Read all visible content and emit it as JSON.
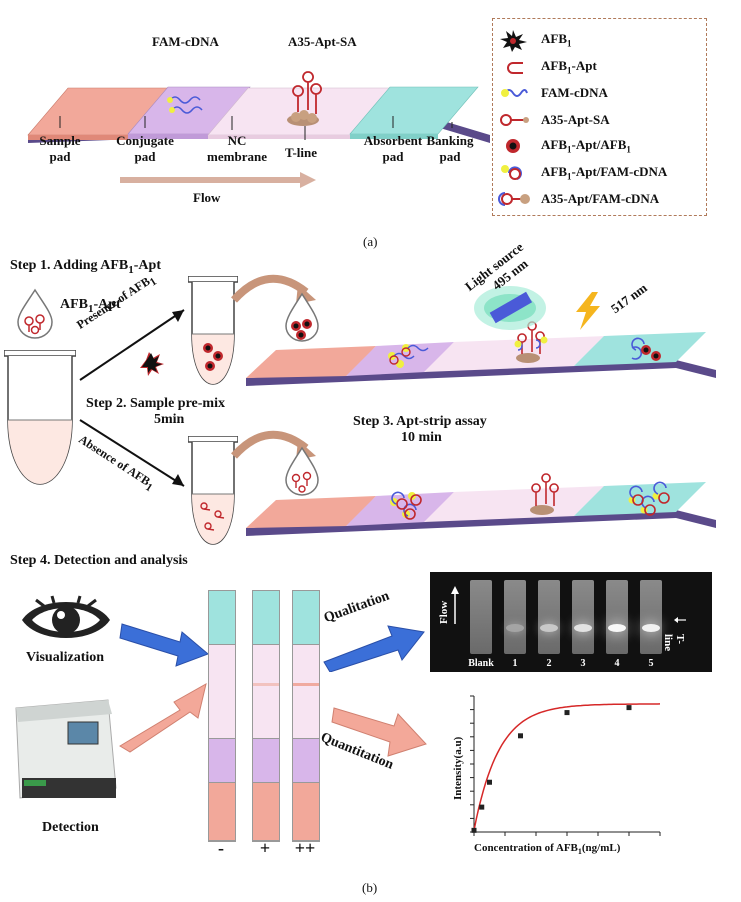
{
  "panel_a": {
    "labels": {
      "fam_cdna": "FAM-cDNA",
      "a35_apt_sa": "A35-Apt-SA",
      "sample_pad_1": "Sample",
      "sample_pad_2": "pad",
      "conjugate_pad_1": "Conjugate",
      "conjugate_pad_2": "pad",
      "nc_1": "NC",
      "nc_2": "membrane",
      "t_line": "T-line",
      "absorbent_1": "Absorbent",
      "absorbent_2": "pad",
      "banking_1": "Banking",
      "banking_2": "pad",
      "flow": "Flow"
    },
    "legend": [
      {
        "icon": "afb1-star-icon",
        "text": "AFB",
        "sub": "1",
        "post": ""
      },
      {
        "icon": "aptamer-hairpin-icon",
        "text": "AFB",
        "sub": "1",
        "post": "-Apt"
      },
      {
        "icon": "fam-cdna-icon",
        "text": "FAM-cDNA",
        "sub": "",
        "post": ""
      },
      {
        "icon": "a35-apt-sa-icon",
        "text": "A35-Apt-SA",
        "sub": "",
        "post": ""
      },
      {
        "icon": "afb1-apt-complex-icon",
        "text": "AFB",
        "sub": "1",
        "post": "-Apt/AFB",
        "sub2": "1"
      },
      {
        "icon": "apt-fam-complex-icon",
        "text": "AFB",
        "sub": "1",
        "post": "-Apt/FAM-cDNA"
      },
      {
        "icon": "a35-fam-complex-icon",
        "text": "A35-Apt/FAM-cDNA",
        "sub": "",
        "post": ""
      }
    ],
    "tag": "(a)"
  },
  "panel_b": {
    "step1": {
      "pre": "Step 1. Adding AFB",
      "sub": "1",
      "post": "-Apt"
    },
    "afb1_apt": {
      "pre": "AFB",
      "sub": "1",
      "post": "-Apt"
    },
    "presence": {
      "pre": "Presence of AFB",
      "sub": "1"
    },
    "absence": {
      "pre": "Absence of AFB",
      "sub": "1"
    },
    "step2_l1": "Step 2. Sample pre-mix",
    "step2_l2": "5min",
    "step3_l1": "Step 3. Apt-strip assay",
    "step3_l2": "10 min",
    "light_source_1": "Light source",
    "light_source_2": "495 nm",
    "emission": "517 nm",
    "step4": "Step 4. Detection and analysis",
    "visualization": "Visualization",
    "detection": "Detection",
    "qualitation": "Qualitation",
    "quantitation": "Quantitation",
    "strip_marks": [
      "-",
      "+",
      "++"
    ],
    "photo": {
      "flow": "Flow",
      "t_line": "T-line",
      "lanes": [
        "Blank",
        "1",
        "2",
        "3",
        "4",
        "5"
      ]
    },
    "tag": "(b)"
  },
  "chart_data": {
    "type": "scatter",
    "title": "",
    "xlabel": {
      "pre": "Concentration of AFB",
      "sub": "1",
      "post": "(ng/mL)"
    },
    "ylabel": "Intensity(a.u)",
    "x": [
      0,
      0.5,
      1,
      3,
      6,
      10
    ],
    "y": [
      0.1,
      1.5,
      3.0,
      5.8,
      7.2,
      7.5
    ],
    "fit_curve": true,
    "colors": {
      "points": "#222222",
      "curve": "#d62828"
    }
  },
  "colors": {
    "sample_pad": "#f2a89a",
    "conjugate_pad": "#d8b6ea",
    "nc_membrane": "#f7e4f2",
    "absorbent_pad": "#9fe3de",
    "backing": "#5a4a8a",
    "arrow_brown": "#c8957a",
    "arrow_blue": "#3b6fd8",
    "arrow_pink": "#f3a899",
    "red_apt": "#c0282d"
  }
}
